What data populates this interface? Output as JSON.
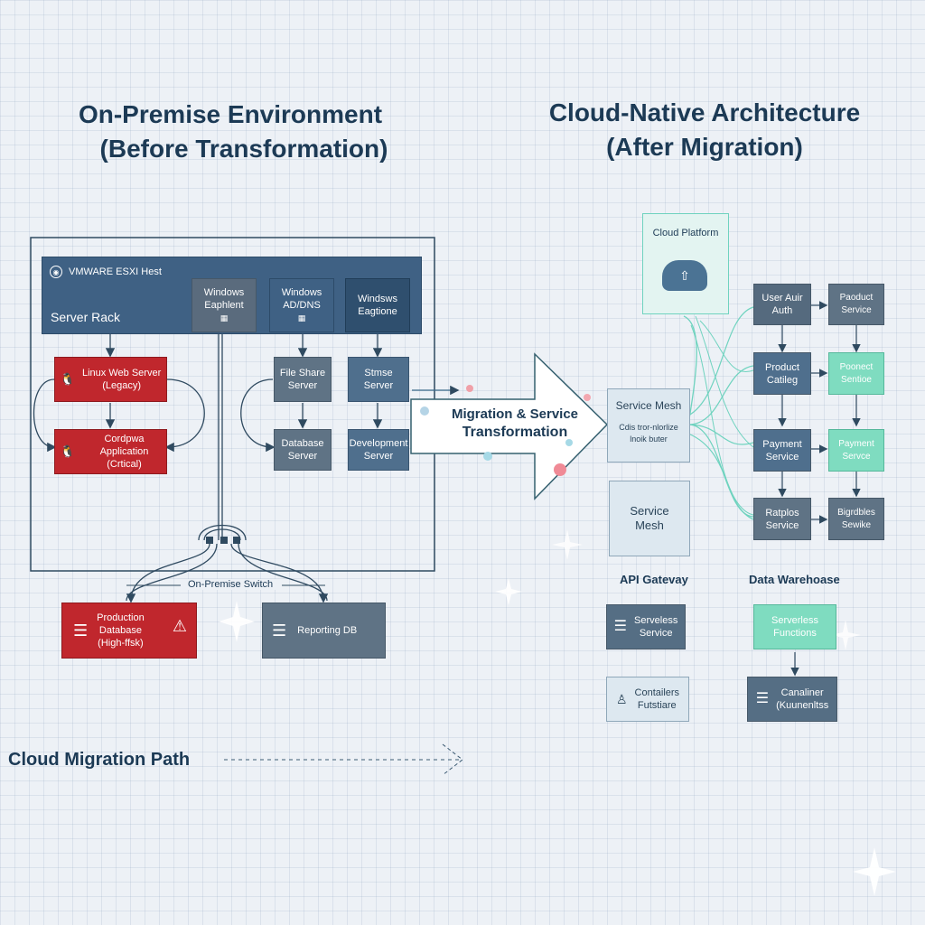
{
  "left_heading": {
    "line1": "On-Premise Environment",
    "line2": "(Before Transformation)"
  },
  "right_heading": {
    "line1": "Cloud-Native Architecture",
    "line2": "(After Migration)"
  },
  "onprem": {
    "host_label": "VMWARE ESXI Hest",
    "rack_label": "Server Rack",
    "vm_windows_1": {
      "line1": "Windows",
      "line2": "Eaphlent"
    },
    "vm_windows_2": {
      "line1": "Windows",
      "line2": "AD/DNS"
    },
    "vm_windows_3": {
      "line1": "Windsws",
      "line2": "Eagtione"
    },
    "linux_web": {
      "line1": "Linux Web Server",
      "line2": "(Legacy)"
    },
    "core_app": {
      "line1": "Cordpwa Application",
      "line2": "(Crtical)"
    },
    "file_share": {
      "line1": "File Share",
      "line2": "Server"
    },
    "storage": {
      "line1": "Stmse",
      "line2": "Server"
    },
    "database": {
      "line1": "Database",
      "line2": "Server"
    },
    "development": {
      "line1": "Development",
      "line2": "Server"
    },
    "switch_label": "On-Premise Switch",
    "prod_db": {
      "line1": "Production",
      "line2": "Database",
      "line3": "(High-ffsk)"
    },
    "reporting_db": "Reporting DB"
  },
  "migration": {
    "line1": "Migration & Service",
    "line2": "Transformation"
  },
  "cloud": {
    "platform_label": "Cloud Platform",
    "service_mesh_top": {
      "title": "Service Mesh",
      "line1": "Cdis tror-nlorlize",
      "line2": "lnoik buter"
    },
    "service_mesh_bottom": {
      "line1": "Service",
      "line2": "Mesh"
    },
    "user_auth": {
      "line1": "User Auir",
      "line2": "Auth"
    },
    "poduct_service": {
      "line1": "Paoduct",
      "line2": "Service"
    },
    "product_catalog": {
      "line1": "Product",
      "line2": "Catileg"
    },
    "teal_product": {
      "line1": "Poonect",
      "line2": "Sentioe"
    },
    "payment_service": {
      "line1": "Payment",
      "line2": "Service"
    },
    "teal_payment": {
      "line1": "Payment",
      "line2": "Servce"
    },
    "ratplos": {
      "line1": "Ratplos",
      "line2": "Service"
    },
    "bigrdbles": {
      "line1": "Bigrdbles",
      "line2": "Sewike"
    },
    "api_gateway": "API Gatevay",
    "data_warehouse": "Data Warehoase",
    "serverless_service": {
      "line1": "Serveless",
      "line2": "Service"
    },
    "serverless_functions": {
      "line1": "Serverless",
      "line2": "Functions"
    },
    "containers_futstiare": {
      "line1": "Contailers",
      "line2": "Futstiare"
    },
    "container_kubernetes": {
      "line1": "Canaliner",
      "line2": "(Kuunenltss"
    }
  },
  "footer": {
    "migration_path": "Cloud Migration Path"
  },
  "colors": {
    "red": "#c0272d",
    "slate": "#5f7385",
    "steel": "#4f6f8d",
    "teal": "#7fdcc0",
    "navy": "#1c3a55",
    "arrow": "#3b9b9a"
  }
}
